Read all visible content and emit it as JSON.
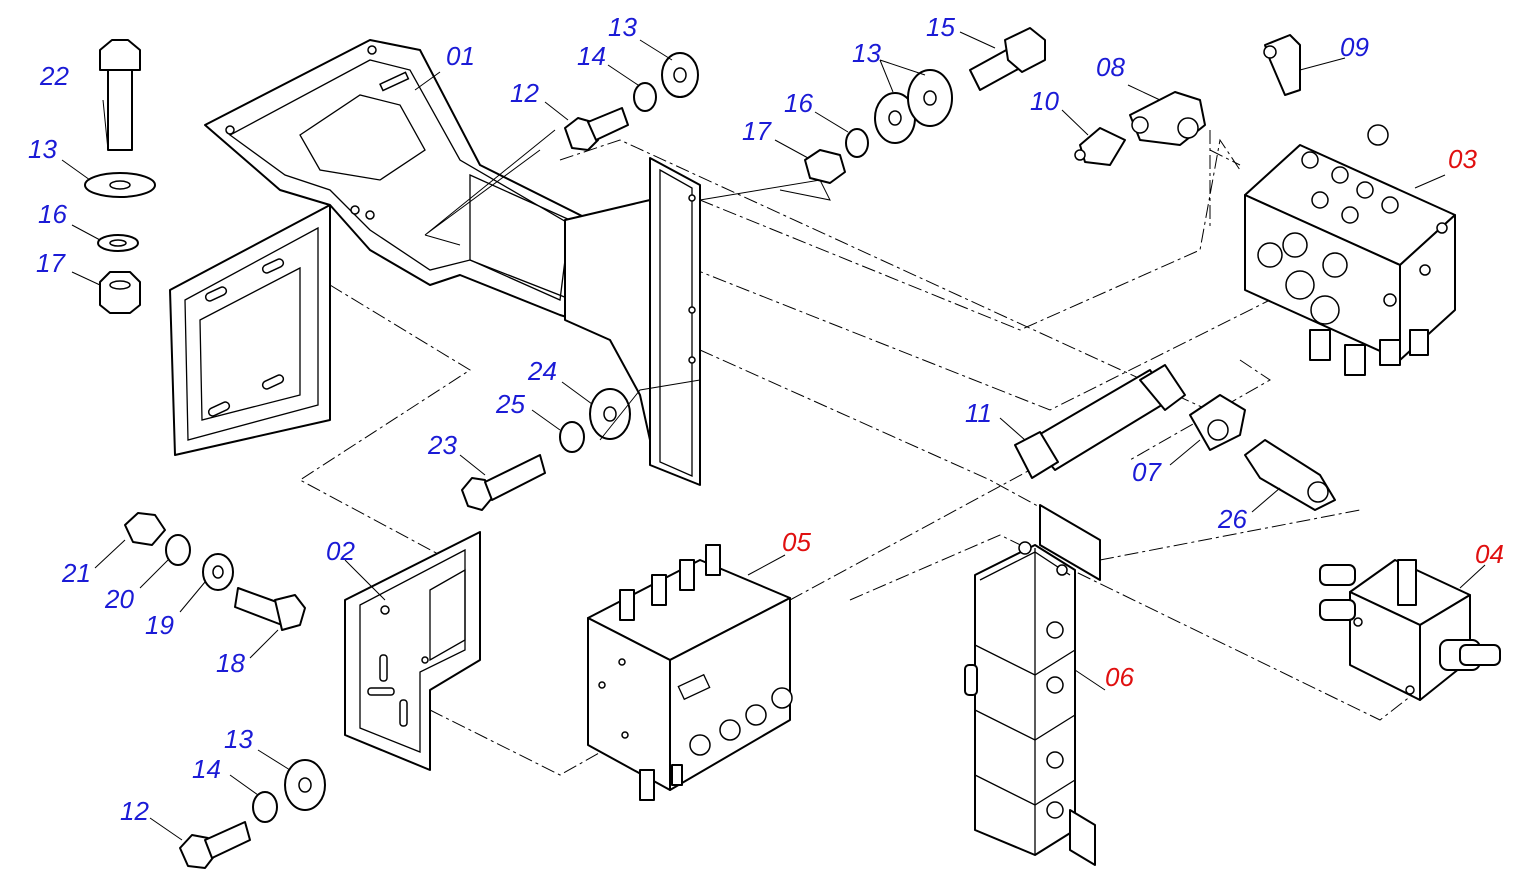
{
  "colors": {
    "label_blue": "#1b1bd6",
    "label_red": "#e01010",
    "line": "#000000",
    "background": "#ffffff"
  },
  "labels": {
    "l01": "01",
    "l02": "02",
    "l03": "03",
    "l04": "04",
    "l05": "05",
    "l06": "06",
    "l07": "07",
    "l08": "08",
    "l09": "09",
    "l10": "10",
    "l11": "11",
    "l12a": "12",
    "l12b": "12",
    "l13a": "13",
    "l13b": "13",
    "l13c": "13",
    "l13d": "13",
    "l14a": "14",
    "l14b": "14",
    "l15": "15",
    "l16a": "16",
    "l16b": "16",
    "l17a": "17",
    "l17b": "17",
    "l18": "18",
    "l19": "19",
    "l20": "20",
    "l21": "21",
    "l22": "22",
    "l23": "23",
    "l24": "24",
    "l25": "25",
    "l26": "26"
  },
  "red_labels": [
    "03",
    "04",
    "05",
    "06"
  ]
}
